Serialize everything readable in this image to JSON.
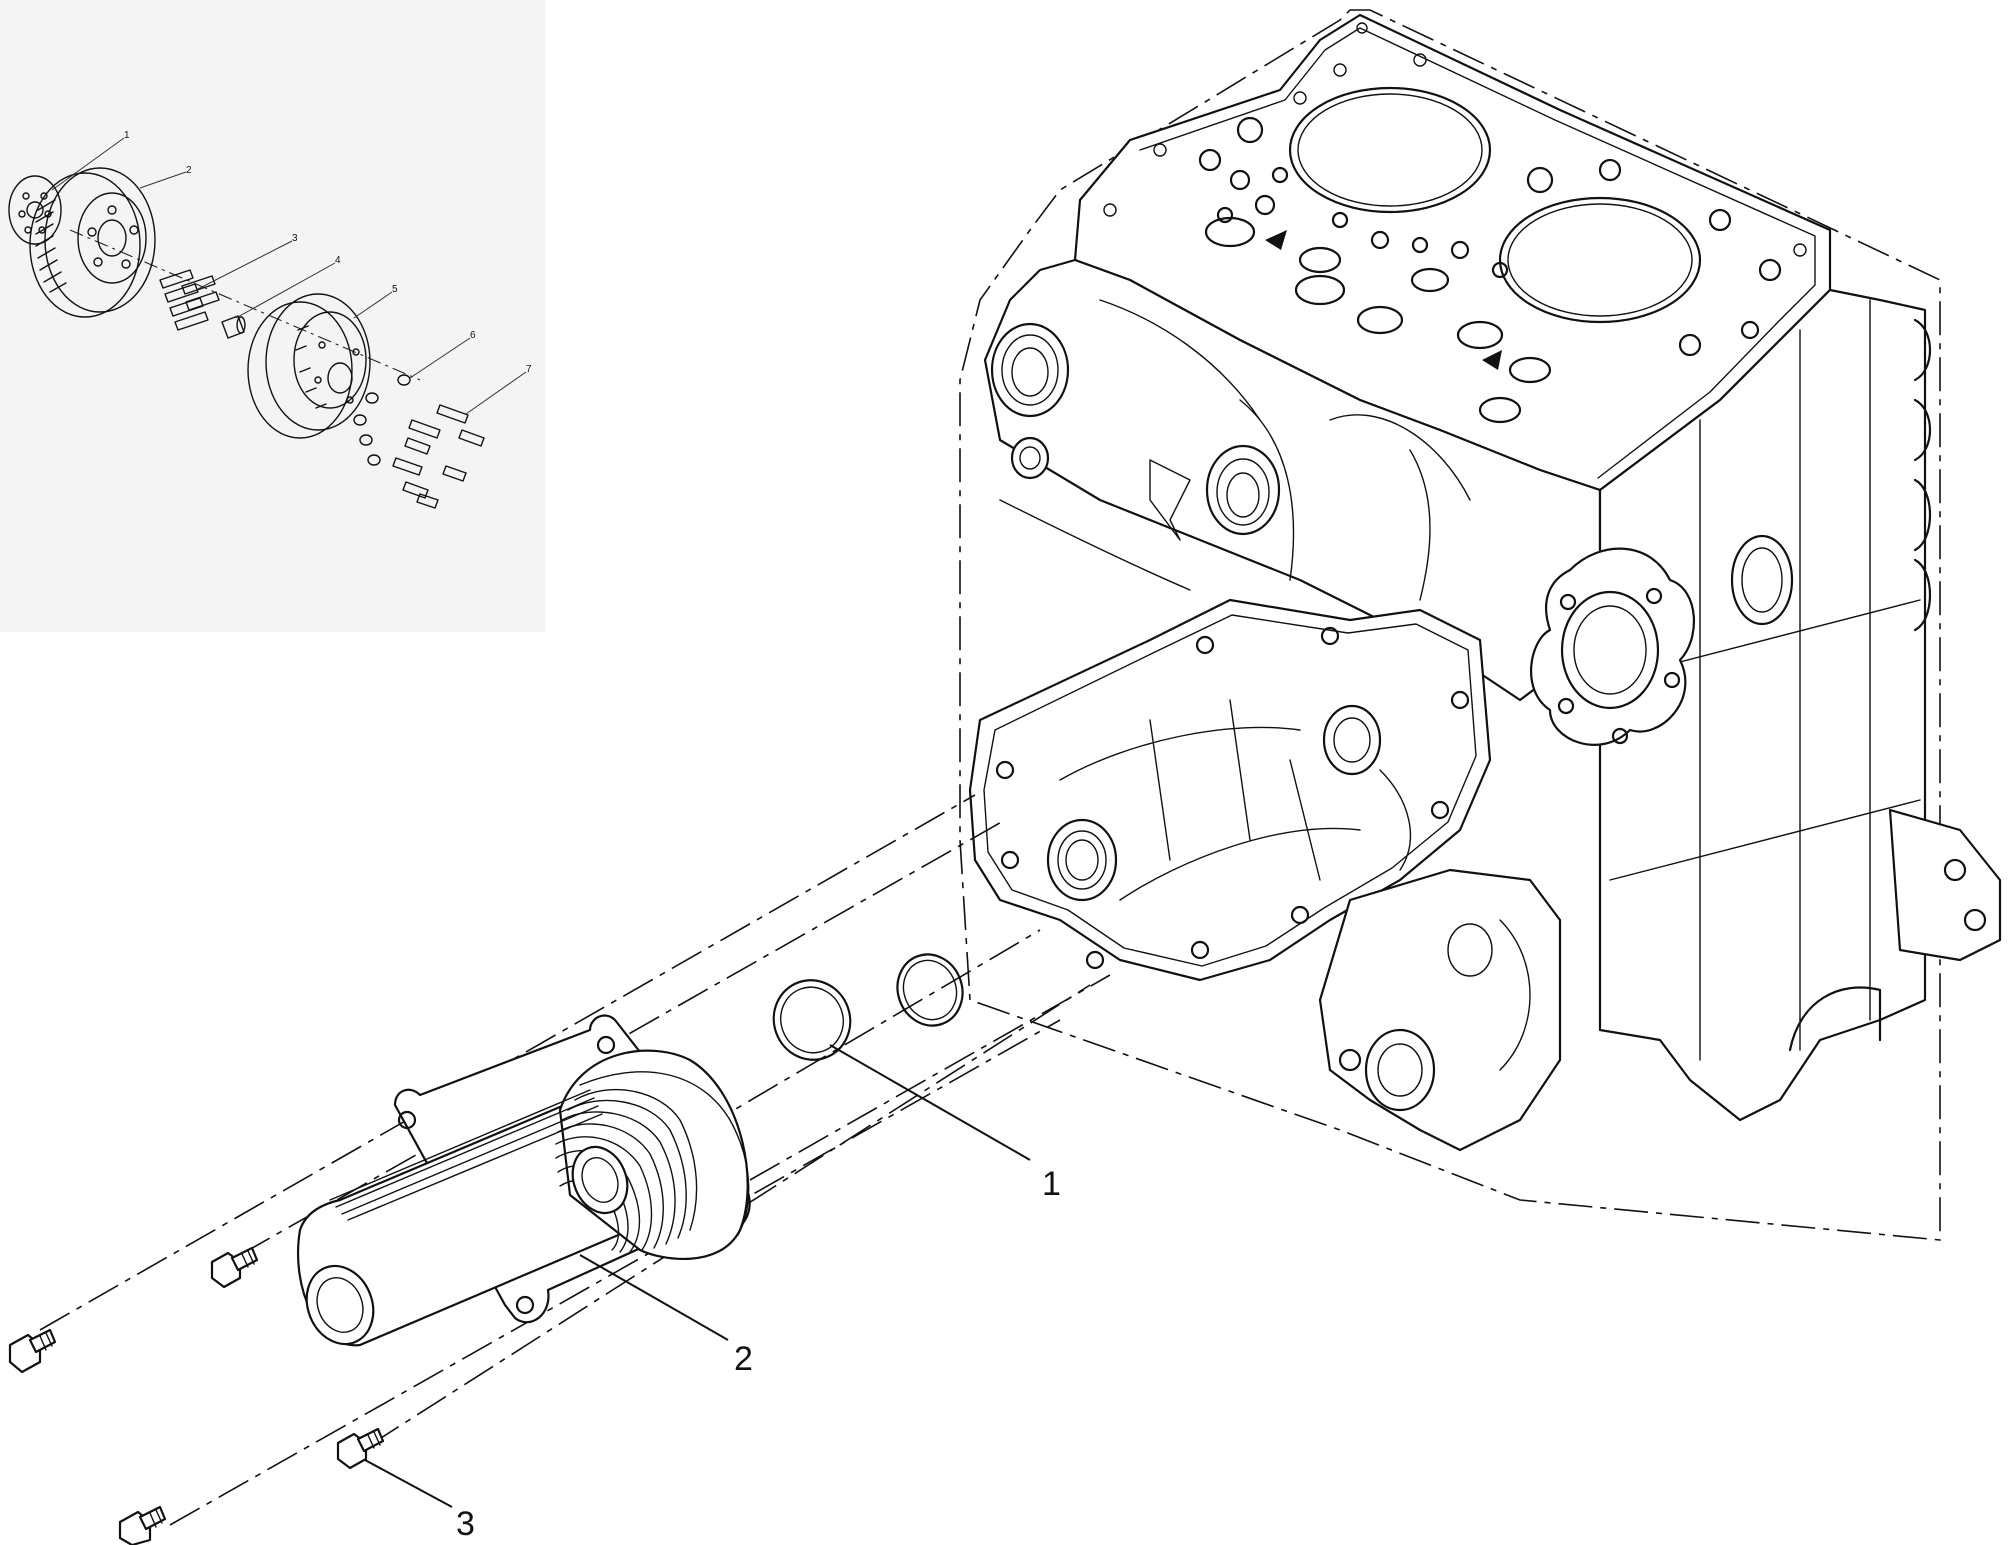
{
  "callouts": [
    {
      "id": "1",
      "label": "1"
    },
    {
      "id": "2",
      "label": "2"
    },
    {
      "id": "3",
      "label": "3"
    }
  ],
  "inset": {
    "callouts": [
      "1",
      "2",
      "3",
      "4",
      "5",
      "6",
      "7"
    ]
  },
  "colors": {
    "line": "#111111",
    "background": "#ffffff",
    "inset_background": "#f4f4f4"
  }
}
